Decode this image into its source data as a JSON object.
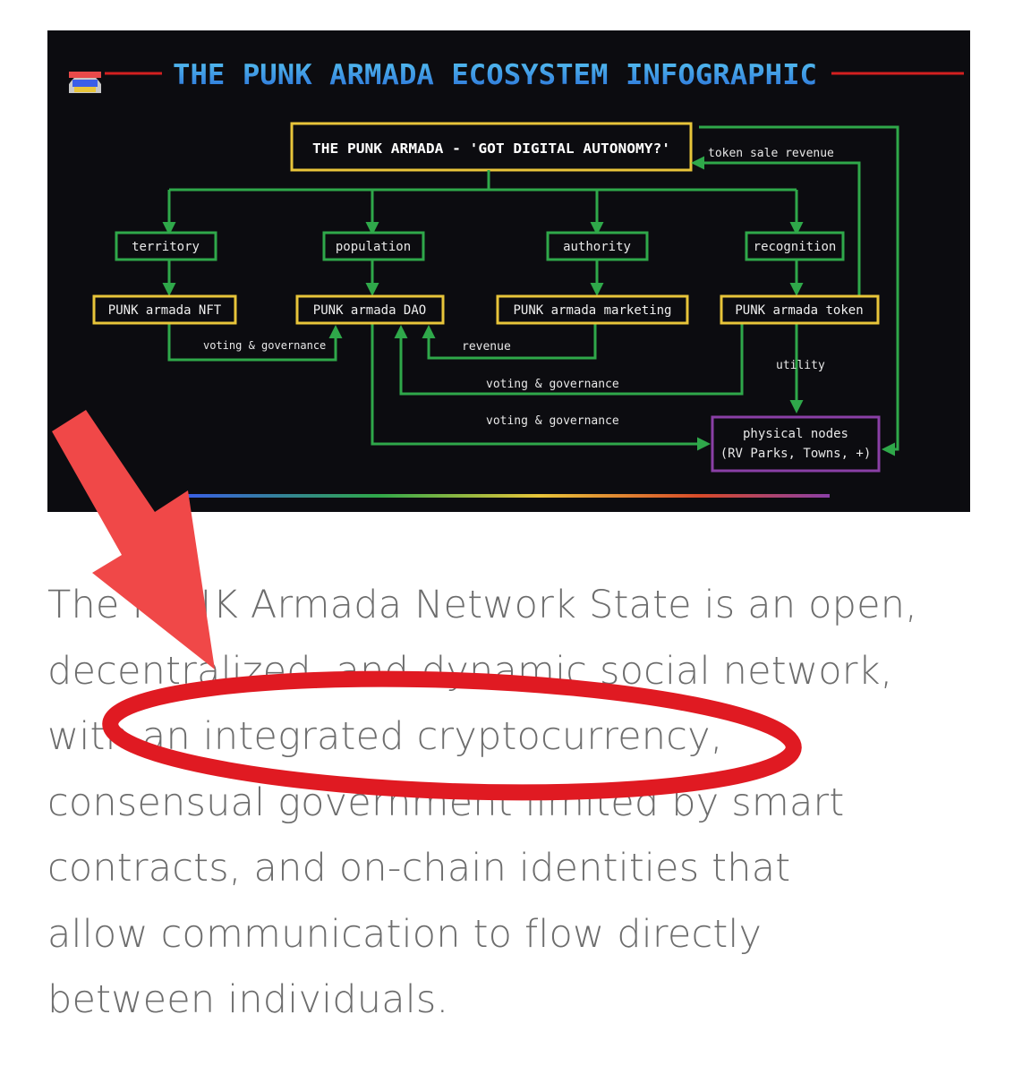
{
  "infographic": {
    "title": "THE PUNK ARMADA ECOSYSTEM INFOGRAPHIC",
    "root": "THE PUNK ARMADA - 'GOT DIGITAL AUTONOMY?'",
    "pillars": [
      "territory",
      "population",
      "authority",
      "recognition"
    ],
    "components": [
      "PUNK armada NFT",
      "PUNK armada DAO",
      "PUNK armada marketing",
      "PUNK armada token"
    ],
    "flow_labels": {
      "token_sale": "token sale revenue",
      "voting_governance_1": "voting & governance",
      "revenue": "revenue",
      "utility": "utility",
      "voting_governance_2": "voting & governance",
      "voting_governance_3": "voting & governance"
    },
    "nodes_box": {
      "line1": "physical nodes",
      "line2": "(RV Parks, Towns, +)"
    },
    "colors": {
      "background": "#0c0c10",
      "yellow": "#e8c53a",
      "green": "#2fa84a",
      "purple": "#8a3fa6",
      "title_blue": "#3aa0e8",
      "red": "#d32020"
    }
  },
  "article": {
    "lines": [
      "The PUNK Armada Network State is an open,",
      "decentralized, and dynamic social network,",
      "with an integrated cryptocurrency,",
      "consensual government limited by smart",
      "contracts, and on-chain identities that",
      "allow communication to flow directly",
      "between individuals."
    ]
  },
  "annotation": {
    "arrow_color": "#f04848",
    "ellipse_color": "#e01a22"
  }
}
